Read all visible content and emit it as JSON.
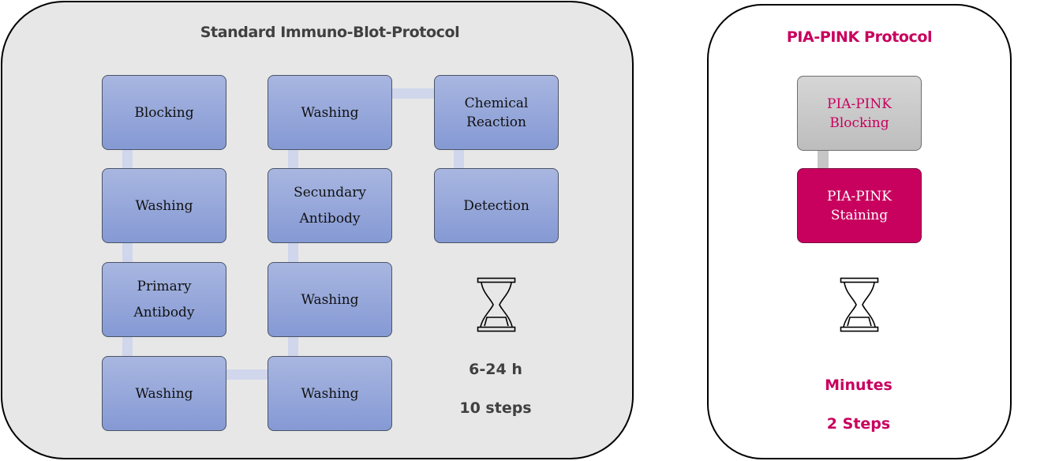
{
  "standard": {
    "title": "Standard Immuno-Blot-Protocol",
    "steps": [
      {
        "lines": [
          "Blocking"
        ]
      },
      {
        "lines": [
          "Washing"
        ]
      },
      {
        "lines": [
          "Primary",
          "Antibody"
        ]
      },
      {
        "lines": [
          "Washing"
        ]
      },
      {
        "lines": [
          "Washing"
        ]
      },
      {
        "lines": [
          "Washing"
        ]
      },
      {
        "lines": [
          "Secundary",
          "Antibody"
        ]
      },
      {
        "lines": [
          "Washing"
        ]
      },
      {
        "lines": [
          "Chemical",
          "Reaction"
        ]
      },
      {
        "lines": [
          "Detection"
        ]
      }
    ],
    "duration": "6-24 h",
    "step_count": "10 steps",
    "icon": "hourglass-icon",
    "colors": {
      "box_top": "#a8b6e0",
      "box_bottom": "#8599d4",
      "connector": "#d0d6ec",
      "text": "#404040"
    }
  },
  "pia_pink": {
    "title": "PIA-PINK Protocol",
    "steps": [
      {
        "lines": [
          "PIA-PINK",
          "Blocking"
        ]
      },
      {
        "lines": [
          "PIA-PINK",
          "Staining"
        ]
      }
    ],
    "duration": "Minutes",
    "step_count": "2 Steps",
    "icon": "hourglass-icon",
    "colors": {
      "accent": "#c8005e",
      "gray_box": "#cfcfcf"
    }
  }
}
